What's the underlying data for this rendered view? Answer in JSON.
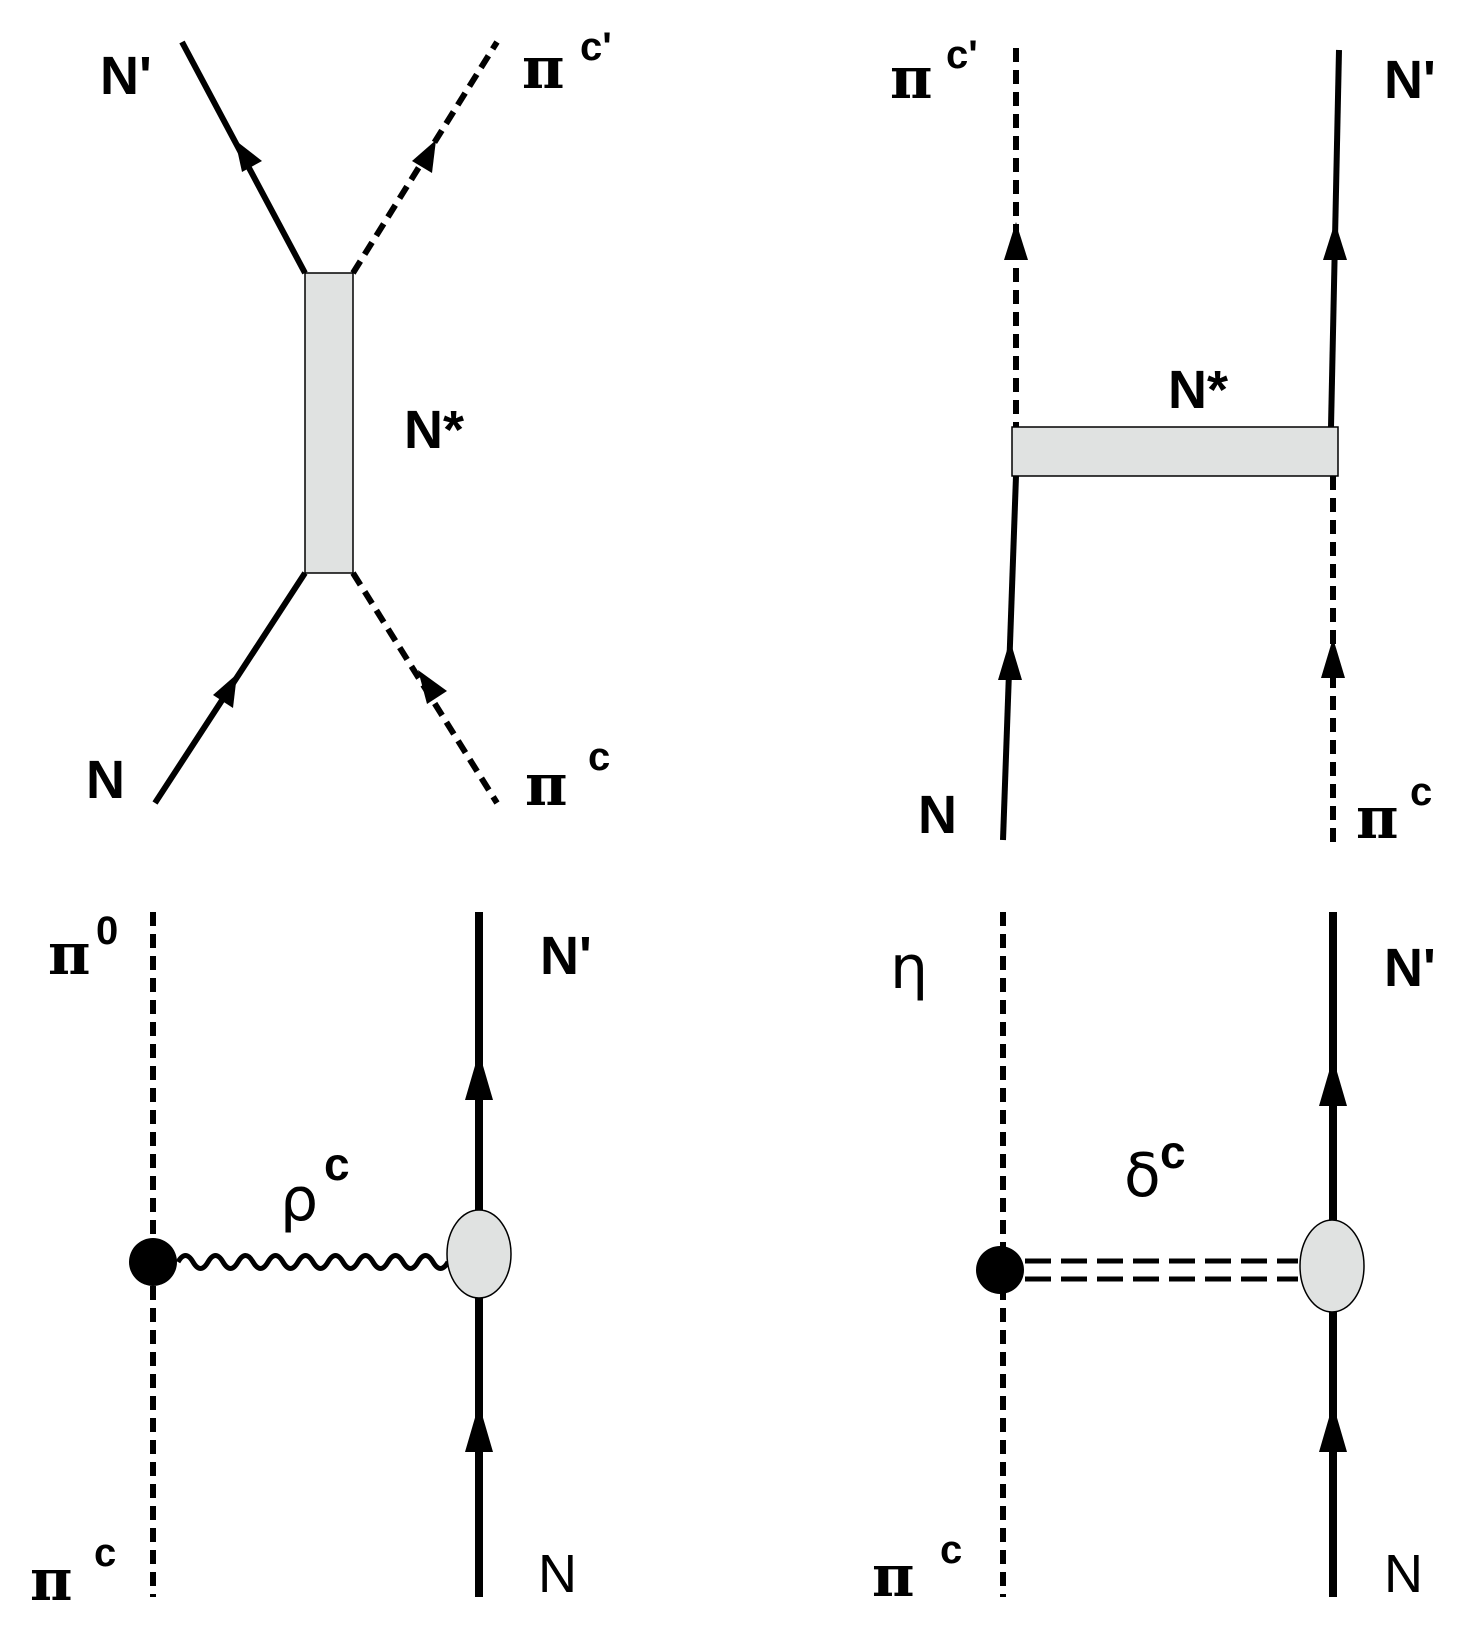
{
  "diagrams": {
    "top_left": {
      "nucleon_out": "N'",
      "pion_out": "π",
      "pion_out_sup": "c'",
      "resonance": "N*",
      "nucleon_in": "N",
      "pion_in": "π",
      "pion_in_sup": "c"
    },
    "top_right": {
      "pion_out": "π",
      "pion_out_sup": "c'",
      "nucleon_out": "N'",
      "resonance": "N*",
      "nucleon_in": "N",
      "pion_in": "π",
      "pion_in_sup": "c"
    },
    "bottom_left": {
      "meson_out": "π",
      "meson_out_sup": "0",
      "nucleon_out": "N'",
      "exchange": "ρ",
      "exchange_sup": "c",
      "pion_in": "π",
      "pion_in_sup": "c",
      "nucleon_in": "N"
    },
    "bottom_right": {
      "meson_out": "η",
      "nucleon_out": "N'",
      "exchange": "δ",
      "exchange_sup": "c",
      "pion_in": "π",
      "pion_in_sup": "c",
      "nucleon_in": "N"
    }
  }
}
